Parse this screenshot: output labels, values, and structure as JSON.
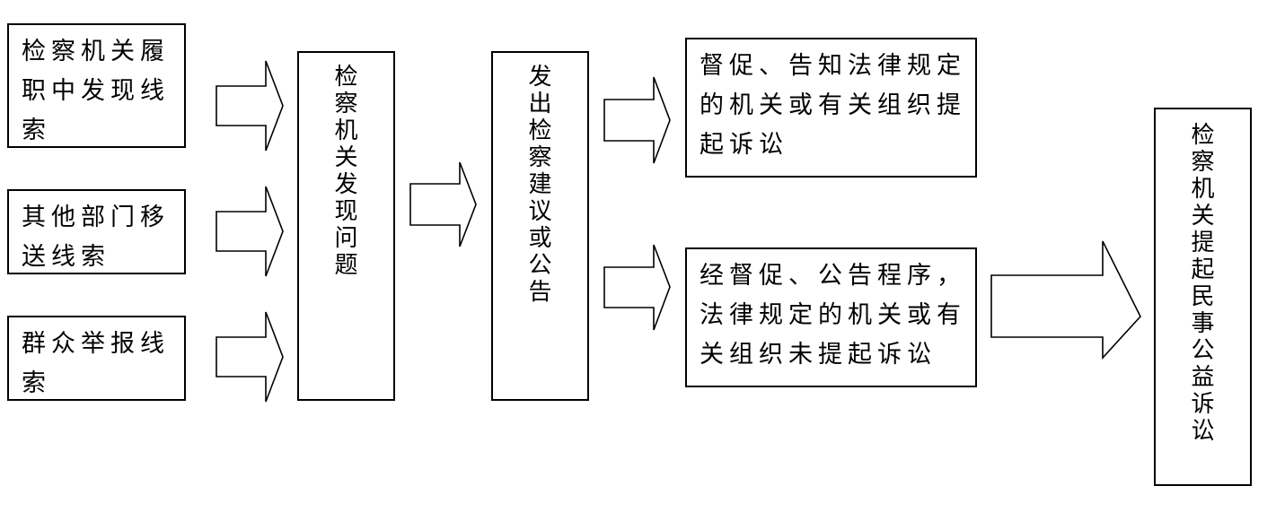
{
  "sources": [
    "检察机关履职中发现线索",
    "其他部门移送线索",
    "群众举报线索"
  ],
  "discovery": "检察机关发现问题",
  "recommendation": "发出检察建议或公告",
  "outcome_top": "督促、告知法律规定的机关或有关组织提起诉讼",
  "outcome_bottom": "经督促、公告程序，法律规定的机关或有关组织未提起诉讼",
  "final": "检察机关提起民事公益诉讼"
}
